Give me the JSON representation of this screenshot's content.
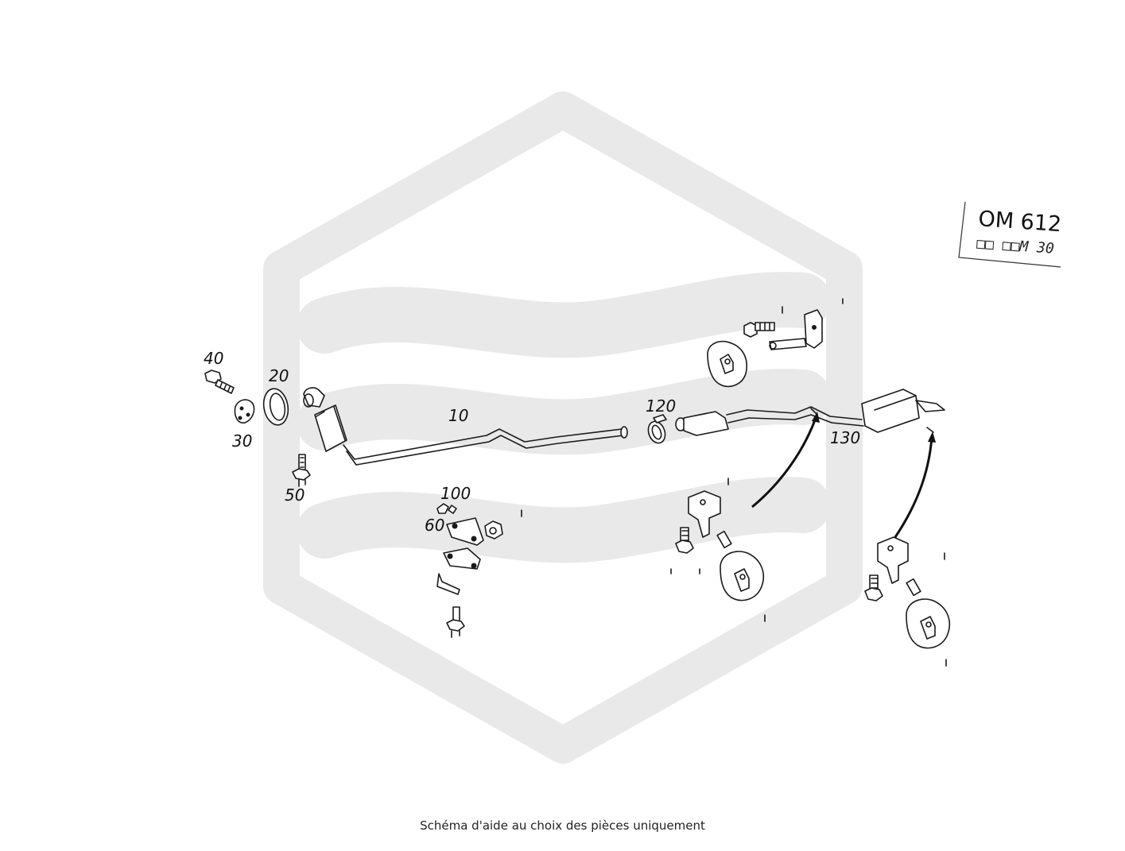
{
  "callouts": {
    "c10": "10",
    "c20": "20",
    "c30": "30",
    "c40": "40",
    "c50": "50",
    "c60": "60",
    "c100": "100",
    "c120": "120",
    "c130": "130"
  },
  "engine_label": {
    "code": "OM 612",
    "sub": "□□ □□M 30"
  },
  "caption": "Schéma d'aide au choix des pièces uniquement",
  "colors": {
    "watermark": "#e9e9e9",
    "lines": "#1a1a1a"
  }
}
